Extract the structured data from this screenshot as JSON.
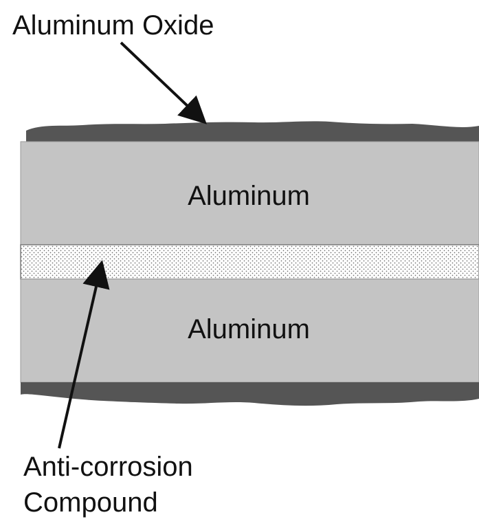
{
  "labels": {
    "top_callout": "Aluminum Oxide",
    "upper_layer": "Aluminum",
    "lower_layer": "Aluminum",
    "bottom_callout_line1": "Anti-corrosion",
    "bottom_callout_line2": "Compound"
  },
  "colors": {
    "oxide": "#555555",
    "aluminum": "#c4c4c4",
    "compound_bg": "#ffffff",
    "compound_dots": "#6e6e6e",
    "text": "#111111",
    "arrow": "#111111"
  }
}
